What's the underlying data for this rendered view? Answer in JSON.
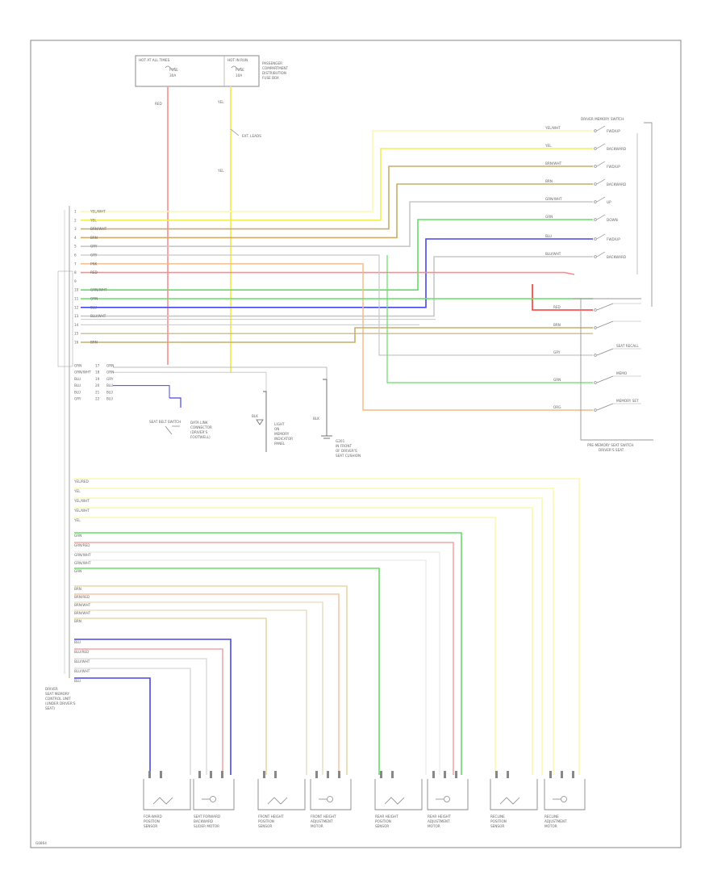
{
  "colors": {
    "red": "#ff8a8a",
    "yellow": "#f2ee55",
    "lightyellow": "#fbf8b0",
    "tan": "#c9ad6a",
    "green": "#66dd66",
    "blue": "#4747e6",
    "gray": "#c8c8c8",
    "orange": "#f6b884",
    "pink": "#f4a6a6",
    "frame": "#9a9a9a"
  },
  "fuse_box": {
    "left_title": "HOT AT ALL TIMES",
    "left_fuse": "FUSE",
    "left_amps": "30A",
    "right_title": "HOT IN RUN",
    "right_fuse": "FUSE",
    "right_amps": "10A",
    "side_note": [
      "PASSENGER",
      "COMPARTMENT",
      "DISTRIBUTION",
      "FUSE BOX"
    ]
  },
  "wires": {
    "red_label": "RED",
    "yel_top": "YEL",
    "yel_mid": "YEL",
    "ext_label": "EXT. LEADS"
  },
  "top_switch": {
    "title": "DRIVER MEMORY SWITCH",
    "wire_labels": [
      "YEL/WHT",
      "YEL",
      "BRN/WHT",
      "BRN",
      "GRN/WHT",
      "GRN",
      "BLU",
      "BLU/WHT"
    ],
    "pos_labels": [
      "FWD/UP",
      "BACKWARD",
      "FWD/UP",
      "BACKWARD",
      "UP",
      "DOWN",
      "FWD/UP",
      "BACKWARD"
    ]
  },
  "connector_pins": [
    "1",
    "2",
    "3",
    "4",
    "5",
    "6",
    "7",
    "8",
    "9",
    "10",
    "11",
    "12",
    "13",
    "14",
    "15",
    "16"
  ],
  "connector_labels": [
    "YEL/WHT",
    "YEL",
    "BRN/WHT",
    "BRN",
    "GRY",
    "GRY",
    "PNK",
    "RED",
    "",
    "GRN/WHT",
    "GRN",
    "BLU",
    "BLU/WHT",
    "",
    "",
    "BRN"
  ],
  "lower_pins": {
    "left": [
      "GRN",
      "GRN/WHT",
      "BLU",
      "BLU",
      "BLU",
      "GRY"
    ],
    "num": [
      "17",
      "18",
      "19",
      "20",
      "21",
      "22"
    ],
    "right": [
      "GRN",
      "GRN",
      "GRY",
      "BLU",
      "BLU",
      "BLU"
    ]
  },
  "mid_components": {
    "seat_belt_switch": "SEAT BELT SWITCH",
    "data_link": [
      "DATA LINK",
      "CONNECTOR",
      "(DRIVER'S",
      "FOOTWELL)"
    ],
    "diode": [
      "LIGHT",
      "ON",
      "MEMORY",
      "INDICATOR",
      "PANEL"
    ],
    "ground": [
      "G201",
      "IN FRONT",
      "OF DRIVER'S",
      "SEAT CUSHION"
    ],
    "label_blk": "BLK"
  },
  "right_switch": {
    "title": "PRE-MEMORY SEAT SWITCH",
    "subtitle": "DRIVER'S SEAT",
    "wires": [
      "RED",
      "BRN",
      "GRY",
      "GRN",
      "ORG"
    ],
    "labels": [
      "",
      "",
      "SEAT RECALL",
      "MEMO",
      "MEMORY SET"
    ]
  },
  "left_block": {
    "label": [
      "DRIVER",
      "SEAT MEMORY",
      "CONTROL UNIT",
      "(UNDER DRIVER'S",
      "SEAT)"
    ]
  },
  "yellow_group": [
    "YEL/RED",
    "YEL",
    "YEL/WHT",
    "YEL/WHT",
    "YEL"
  ],
  "green_group": [
    "GRN",
    "GRN/RED",
    "GRN/WHT",
    "GRN/WHT",
    "GRN"
  ],
  "tan_group": [
    "BRN",
    "BRN/RED",
    "BRN/WHT",
    "BRN/WHT",
    "BRN"
  ],
  "blue_group": [
    "BLU",
    "BLU/RED",
    "BLU/WHT",
    "BLU/WHT",
    "BLU"
  ],
  "motors": [
    {
      "line1": "FOR-WARD",
      "line2": "POSITION",
      "line3": "SENSOR"
    },
    {
      "line1": "SEAT FORWARD",
      "line2": "BACKWARD",
      "line3": "SLIDER MOTOR"
    },
    {
      "line1": "FRONT HEIGHT",
      "line2": "POSITION",
      "line3": "SENSOR"
    },
    {
      "line1": "FRONT HEIGHT",
      "line2": "ADJUSTMENT",
      "line3": "MOTOR"
    },
    {
      "line1": "REAR HEIGHT",
      "line2": "POSITION",
      "line3": "SENSOR"
    },
    {
      "line1": "REAR HEIGHT",
      "line2": "ADJUSTMENT",
      "line3": "MOTOR"
    },
    {
      "line1": "RECLINE",
      "line2": "POSITION",
      "line3": "SENSOR"
    },
    {
      "line1": "RECLINE",
      "line2": "ADJUSTMENT",
      "line3": "MOTOR"
    }
  ],
  "page_code": "G0864"
}
